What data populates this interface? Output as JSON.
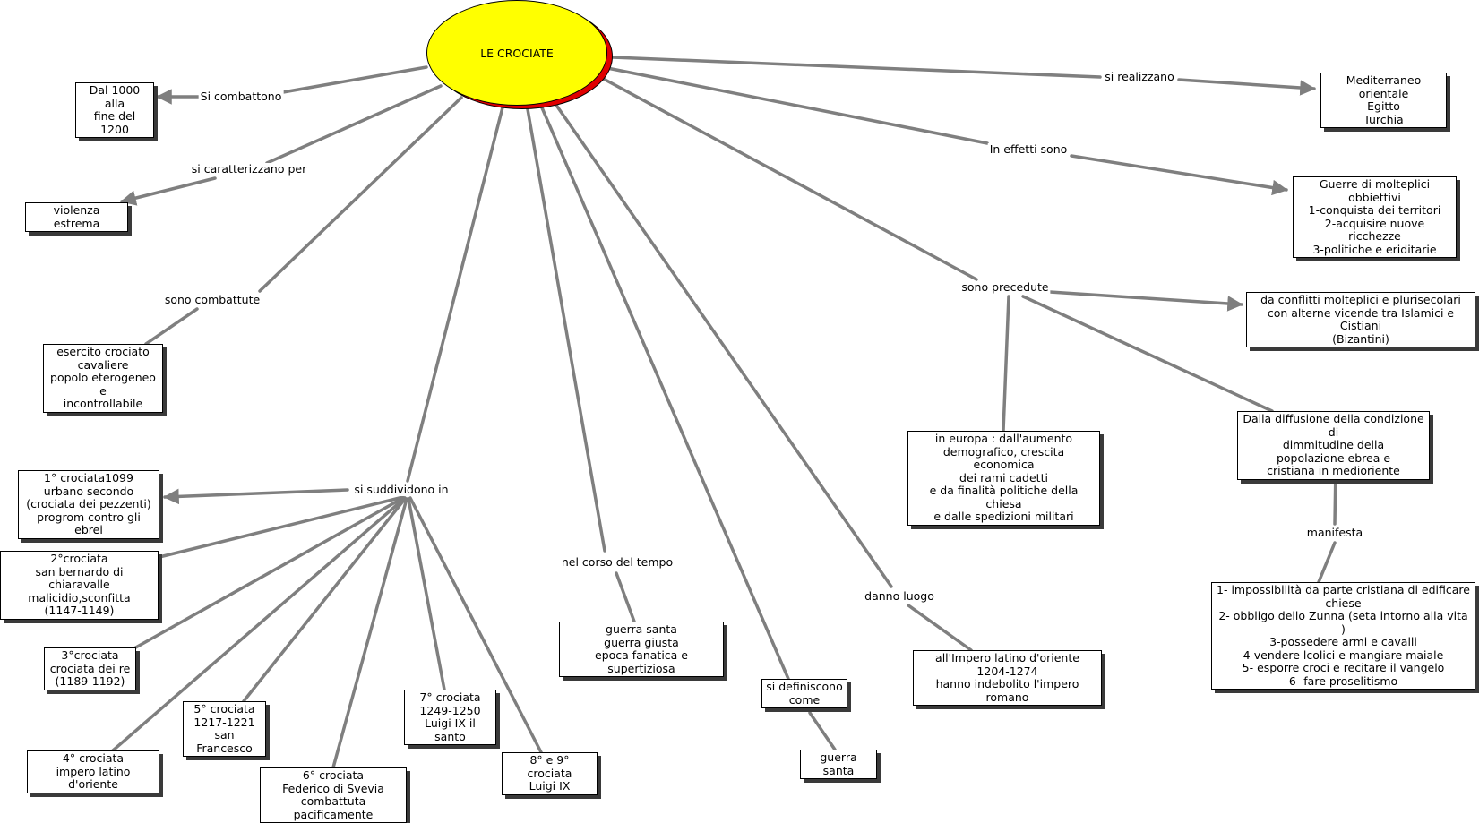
{
  "central": {
    "title": "LE  CROCIATE",
    "fill": "#ffff00",
    "shadow": "#e00000"
  },
  "link_color": "#7f7f7f",
  "links": [
    "Si combattono",
    "si caratterizzano per",
    "sono combattute",
    "si suddividono in",
    "nel corso del tempo",
    "si definiscono\ncome",
    "danno luogo",
    "sono precedute",
    "In effetti sono",
    "si realizzano",
    "manifesta"
  ],
  "concepts": {
    "periodo": "Dal 1000 alla\nfine del 1200",
    "violenza": "violenza estrema",
    "esercito": "esercito crociato\ncavaliere\npopolo eterogeneo e\nincontrollabile",
    "crociata1": "1° crociata1099\nurbano secondo\n(crociata dei pezzenti)\nprogrom contro gli ebrei",
    "crociata2": "2°crociata\nsan bernardo di chiaravalle\nmalicidio,sconfitta\n(1147-1149)",
    "crociata3": "3°crociata\ncrociata dei re\n(1189-1192)",
    "crociata4": "4° crociata\nimpero latino d'oriente",
    "crociata5": "5° crociata\n1217-1221\nsan Francesco",
    "crociata6": "6° crociata\nFederico di Svevia\ncombattuta pacificamente",
    "crociata7": "7° crociata\n1249-1250\nLuigi IX il santo",
    "crociata89": "8° e 9° crociata\nLuigi IX",
    "guerra_tempo": "guerra santa\nguerra giusta\nepoca fanatica e supertiziosa",
    "guerra_santa": "guerra santa",
    "impero_latino": "all'Impero latino d'oriente\n1204-1274\nhanno indebolito l'impero romano",
    "europa": "in europa : dall'aumento\ndemografico, crescita economica\ndei rami cadetti\ne da finalità politiche della chiesa\ne dalle spedizioni militari",
    "dimmitudine": "Dalla diffusione della condizione di\ndimmitudine della\npopolazione ebrea e\ncristiana in medioriente",
    "conflitti": "da conflitti molteplici e plurisecolari\ncon alterne vicende tra Islamici e Cistiani\n(Bizantini)",
    "guerre": "Guerre di molteplici obbiettivi\n1-conquista dei territori\n2-acquisire nuove ricchezze\n3-politiche e eriditarie",
    "luoghi": "Mediterraneo orientale\nEgitto\nTurchia",
    "impossibilita": "1- impossibilità da parte cristiana di edificare\nchiese\n2- obbligo dello Zunna (seta intorno alla vita )\n3-possedere armi e cavalli\n4-vendere lcolici e mangiare maiale\n5- esporre croci e recitare il vangelo\n6- fare proselitismo"
  }
}
